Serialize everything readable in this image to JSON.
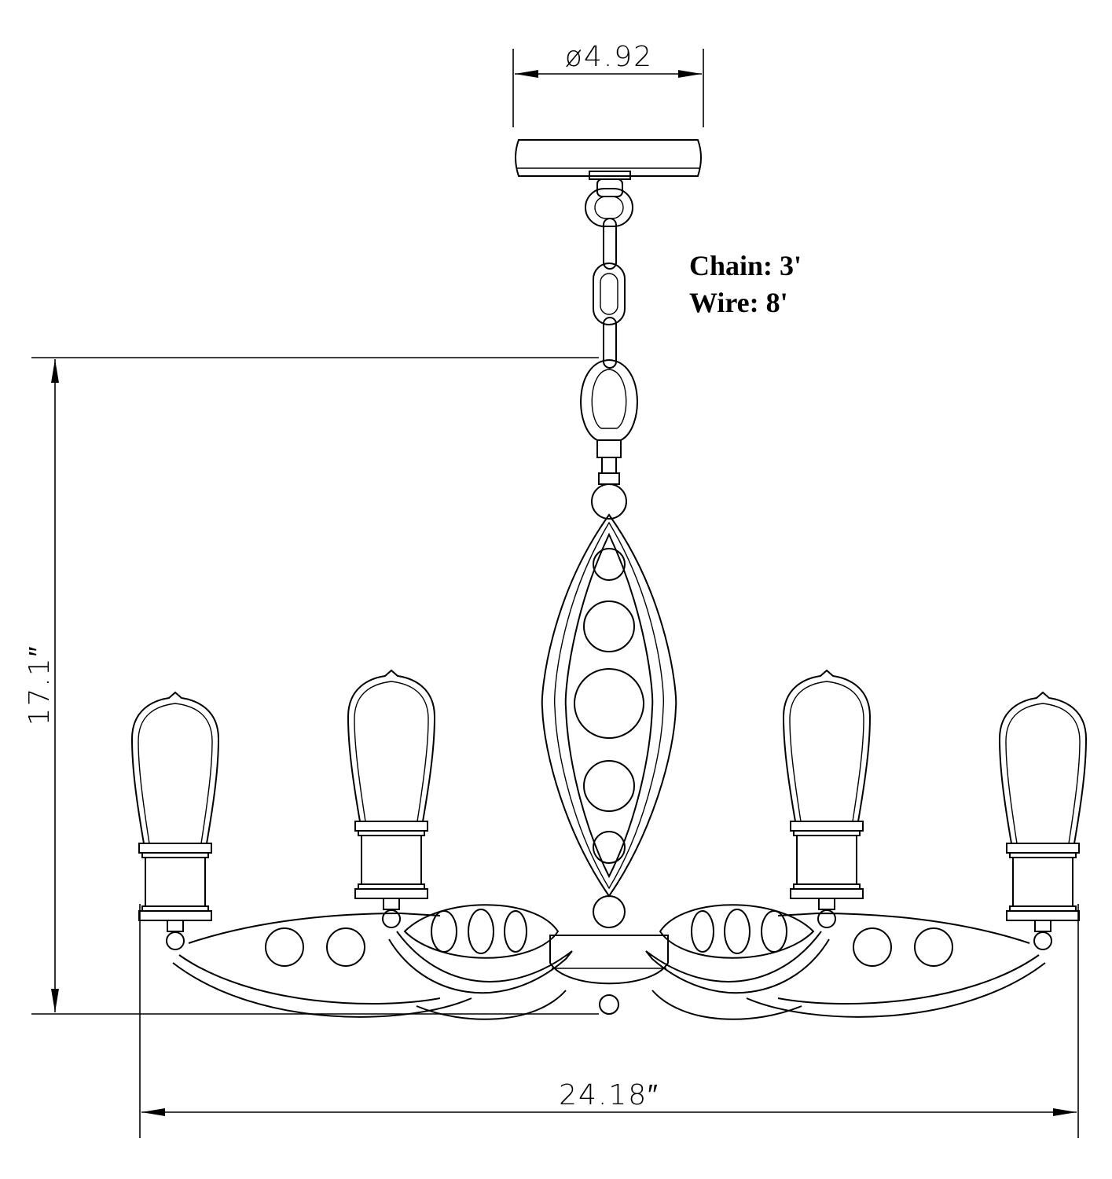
{
  "dimensions": {
    "canopy_diameter": "ø4.92",
    "height": "17.1″",
    "width": "24.18″"
  },
  "notes": {
    "chain": "Chain: 3'",
    "wire": "Wire: 8'"
  },
  "fixture": {
    "bulb_count": 4,
    "stem_circle_count": 5
  },
  "colors": {
    "line": "#000000",
    "background": "#ffffff"
  }
}
